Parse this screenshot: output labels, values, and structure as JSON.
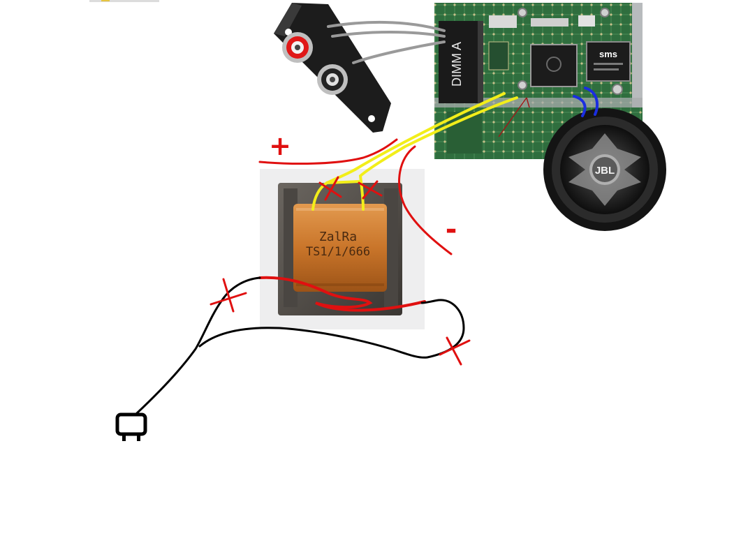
{
  "diagram": {
    "labels": {
      "plus_sign": "+",
      "minus_sign": "-",
      "board_slot": "DIMM A",
      "transformer_brand": "ZalRa",
      "transformer_model": "TS1/1/666",
      "speaker_brand": "JBL",
      "chip_brand": "sms"
    },
    "colors": {
      "positive_wire": "#e01010",
      "negative_wire": "#e01010",
      "signal_wire": "#f2ee1a",
      "speaker_wire": "#1a2ee0",
      "mains_cable": "#000000",
      "rca_cable": "#9a9a9a",
      "cut_mark": "#e01010",
      "board_green": "#2f6e3e",
      "transformer_coil": "#c9752a"
    },
    "icons": [
      "rca-jack-icon",
      "plug-icon",
      "speaker-icon",
      "cut-mark-icon"
    ]
  }
}
